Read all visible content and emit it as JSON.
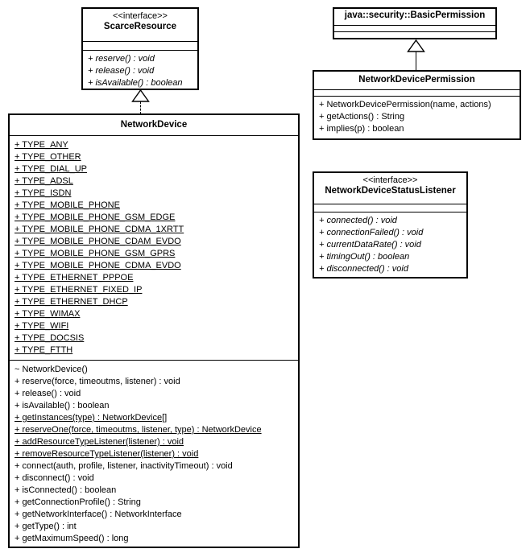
{
  "diagram": {
    "title": "NetworkDevice UML class diagram",
    "background_color": "#ffffff",
    "line_color": "#000000"
  },
  "classes": {
    "scarce_resource": {
      "stereotype": "<<interface>>",
      "name": "ScarceResource",
      "attributes": [],
      "methods": [
        "+ reserve() : void",
        "+ release() : void",
        "+ isAvailable() : boolean"
      ]
    },
    "network_device": {
      "stereotype": "",
      "name": "NetworkDevice",
      "attributes": [
        "+ TYPE_ANY",
        "+ TYPE_OTHER",
        "+ TYPE_DIAL_UP",
        "+ TYPE_ADSL",
        "+ TYPE_ISDN",
        "+ TYPE_MOBILE_PHONE",
        "+ TYPE_MOBILE_PHONE_GSM_EDGE",
        "+ TYPE_MOBILE_PHONE_CDMA_1XRTT",
        "+ TYPE_MOBILE_PHONE_CDAM_EVDO",
        "+ TYPE_MOBILE_PHONE_GSM_GPRS",
        "+ TYPE_MOBILE_PHONE_CDMA_EVDO",
        "+ TYPE_ETHERNET_PPPOE",
        "+ TYPE_ETHERNET_FIXED_IP",
        "+ TYPE_ETHERNET_DHCP",
        "+ TYPE_WIMAX",
        "+ TYPE_WIFI",
        "+ TYPE_DOCSIS",
        "+ TYPE_FTTH"
      ],
      "methods": [
        "~ NetworkDevice()",
        "+ reserve(force, timeoutms, listener) : void",
        "+ release() : void",
        "+ isAvailable() : boolean",
        "+ getInstances(type) : NetworkDevice[]",
        "+ reserveOne(force, timeoutms, listener, type) : NetworkDevice",
        "+ addResourceTypeListener(listener) : void",
        "+ removeResourceTypeListener(listener) : void",
        "+ connect(auth, profile, listener, inactivityTimeout) : void",
        "+ disconnect() : void",
        "+ isConnected() : boolean",
        "+ getConnectionProfile() : String",
        "+ getNetworkInterface() : NetworkInterface",
        "+ getType() : int",
        "+ getMaximumSpeed() : long"
      ],
      "static_method_indexes": [
        4,
        5,
        6,
        7
      ]
    },
    "basic_permission": {
      "stereotype": "",
      "name": "java::security::BasicPermission",
      "attributes": [],
      "methods": []
    },
    "network_device_permission": {
      "stereotype": "",
      "name": "NetworkDevicePermission",
      "attributes": [],
      "methods": [
        "+ NetworkDevicePermission(name, actions)",
        "+ getActions() : String",
        "+ implies(p) : boolean"
      ]
    },
    "network_device_status_listener": {
      "stereotype": "<<interface>>",
      "name": "NetworkDeviceStatusListener",
      "attributes": [],
      "methods": [
        "+ connected() : void",
        "+ connectionFailed() : void",
        "+ currentDataRate() : void",
        "+ timingOut() : boolean",
        "+ disconnected() : void"
      ]
    }
  },
  "relationships": [
    {
      "id": "realization-scarceresource",
      "kind": "realization",
      "style": "dashed",
      "from": "NetworkDevice",
      "to": "ScarceResource",
      "arrow": "hollow-triangle"
    },
    {
      "id": "generalization-basicpermission",
      "kind": "generalization",
      "style": "solid",
      "from": "NetworkDevicePermission",
      "to": "java::security::BasicPermission",
      "arrow": "hollow-triangle"
    }
  ]
}
